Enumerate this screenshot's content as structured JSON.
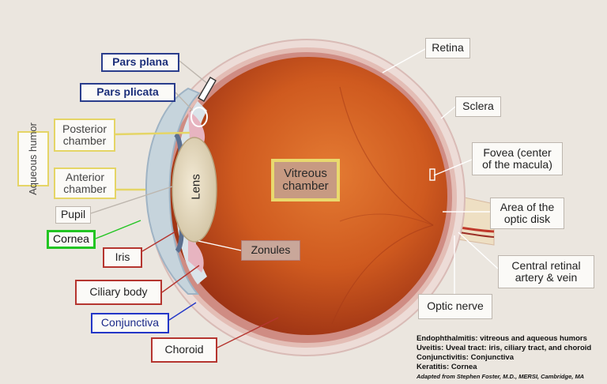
{
  "labels": {
    "pars_plana": "Pars plana",
    "pars_plicata": "Pars plicata",
    "posterior_chamber": "Posterior chamber",
    "aqueous_humor": "Aqueous humor",
    "anterior_chamber": "Anterior chamber",
    "pupil": "Pupil",
    "cornea": "Cornea",
    "iris": "Iris",
    "ciliary_body": "Ciliary body",
    "conjunctiva": "Conjunctiva",
    "choroid": "Choroid",
    "lens": "Lens",
    "vitreous_chamber": "Vitreous chamber",
    "zonules": "Zonules",
    "retina": "Retina",
    "sclera": "Sclera",
    "fovea": "Fovea (center of the macula)",
    "optic_disk": "Area of the optic disk",
    "central_retinal": "Central retinal artery & vein",
    "optic_nerve": "Optic nerve"
  },
  "notes": {
    "endophthalmitis": "Endophthalmitis:  vitreous and aqueous humors",
    "uveitis": "Uveitis: Uveal tract: iris, ciliary tract, and choroid",
    "conjunctivitis": "Conjunctivitis: Conjunctiva",
    "keratitis": "Keratitis: Cornea",
    "credit": "Adapted from Stephen Foster, M.D., MERSI, Cambridge, MA"
  },
  "colors": {
    "navy": "#2a3d8c",
    "yellow": "#e5d566",
    "green": "#22c522",
    "red": "#b5352f",
    "blue": "#2336c7"
  }
}
